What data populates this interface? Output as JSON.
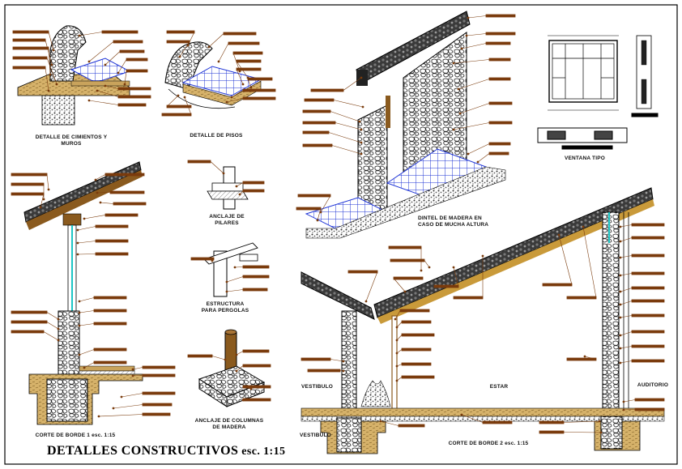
{
  "sheet": {
    "title": "DETALLES CONSTRUCTIVOS",
    "title_scale": "esc. 1:15"
  },
  "captions": {
    "cimientos_1": "DETALLE DE CIMIENTOS Y",
    "cimientos_2": "MUROS",
    "pisos": "DETALLE DE PISOS",
    "dintel_1": "DINTEL DE MADERA EN",
    "dintel_2": "CASO DE MUCHA ALTURA",
    "ventana": "VENTANA TIPO",
    "pilares_1": "ANCLAJE DE",
    "pilares_2": "PILARES",
    "pergolas_1": "ESTRUCTURA",
    "pergolas_2": "PARA PERGOLAS",
    "columnas_1": "ANCLAJE DE COLUMNAS",
    "columnas_2": "DE MADERA",
    "corte1": "CORTE DE BORDE 1  esc. 1:15",
    "corte2": "CORTE DE BORDE 2 esc. 1:15"
  },
  "rooms": {
    "vestibulo": "VESTIBULO",
    "vestibulo_2": "VESTIBULO",
    "estar": "ESTAR",
    "auditorio": "AUDITORIO"
  },
  "colors": {
    "annotation": "#7a3b0c",
    "stone": "#222222",
    "tile": "#1f35d6",
    "wood": "#8a5a1e",
    "glass": "#1cc6c6",
    "earth": "#c9a35c"
  }
}
